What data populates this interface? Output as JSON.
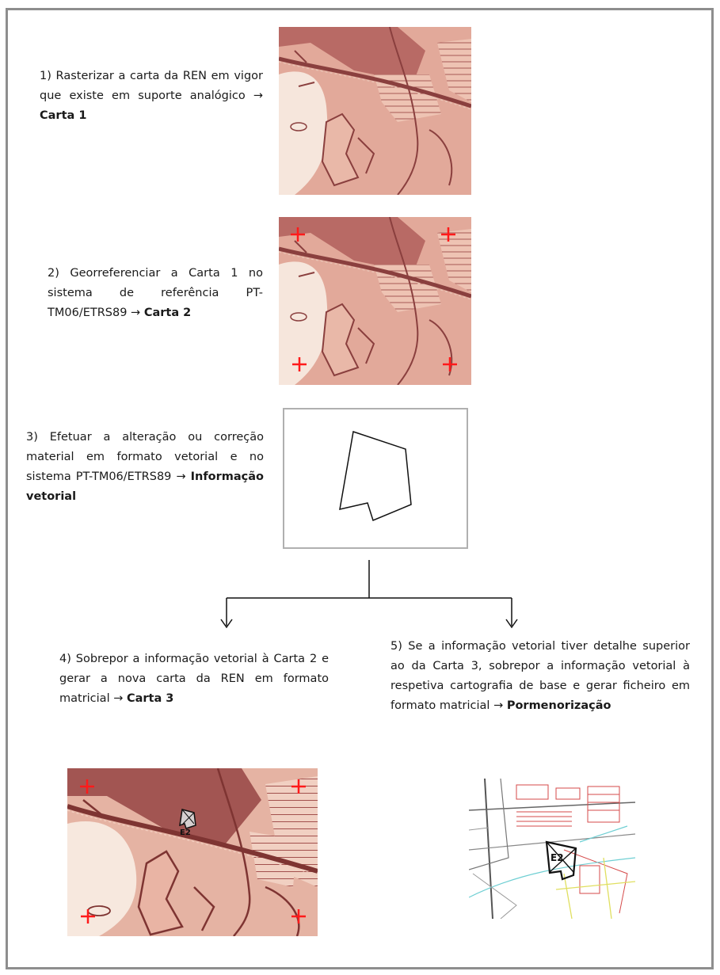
{
  "steps": [
    {
      "lead": "1) Rasterizar a carta da REN em vigor que existe em suporte analógico → ",
      "result": "Carta 1"
    },
    {
      "lead": "2) Georreferenciar a Carta 1 no sistema de referência PT-TM06/ETRS89 → ",
      "result": "Carta 2"
    },
    {
      "lead": "3) Efetuar a alteração ou correção material em formato vetorial e no sistema PT-TM06/ETRS89 → ",
      "result": "Informação vetorial"
    },
    {
      "lead": "4) Sobrepor a informação vetorial à Carta 2 e gerar a nova carta da REN em formato matricial → ",
      "result": "Carta 3"
    },
    {
      "lead": "5) Se a informação vetorial tiver detalhe superior ao da Carta 3, sobrepor a informação vetorial à respetiva cartografia de base e gerar ficheiro em formato matricial → ",
      "result": "Pormenorização"
    }
  ],
  "labels": {
    "parcel_code_carta3": "E2",
    "parcel_code_detail": "E2"
  },
  "colors": {
    "map_base": "#e2a99a",
    "map_line": "#8a3f3e",
    "map_dark": "#9b4d4c",
    "map_light": "#f6e6dc",
    "marker": "#ff1a1a",
    "border": "#8e8e8e"
  }
}
